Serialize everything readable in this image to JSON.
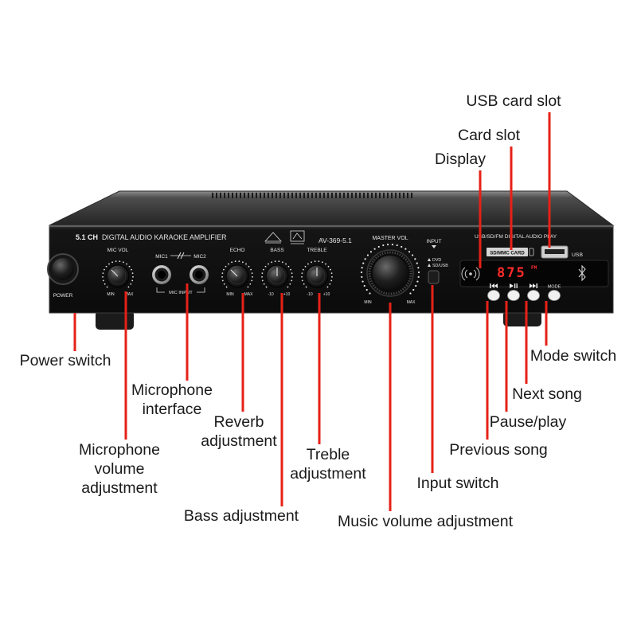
{
  "panel": {
    "brand_prefix": "5.1 CH",
    "title": "DIGITAL AUDIO KARAOKE AMPLIFIER",
    "model": "AV-369-5.1",
    "power": "POWER",
    "mic_vol": "MIC VOL",
    "mic1": "MIC1",
    "mic2": "MIC2",
    "mic_input": "MIC INPUT",
    "echo": "ECHO",
    "bass": "BASS",
    "treble": "TREBLE",
    "master_vol": "MASTER VOL",
    "min": "MIN",
    "max": "MAX",
    "minus10": "-10",
    "plus10": "+10",
    "input": "INPUT",
    "input_dvd": "DVD",
    "input_sd_usb": "SD/USB"
  },
  "player": {
    "title": "USB/SD/FM DIGITAL AUDIO PLAY",
    "card_slot": "SD/MMC CARD",
    "usb": "USB",
    "display_value": "875",
    "display_band": "FM",
    "mode": "MODE"
  },
  "icons": {
    "display_left": "wireless-icon",
    "display_right": "bluetooth-icon",
    "button_1": "previous-icon",
    "button_2": "play-pause-icon",
    "button_3": "next-icon"
  },
  "colors": {
    "leader_line": "#e62117",
    "display_digits": "#ff2b2b",
    "label_text": "#1a1a1a",
    "panel": "#111111"
  },
  "annotations": [
    {
      "id": "usb-card-slot",
      "lines": [
        "USB card slot"
      ]
    },
    {
      "id": "card-slot",
      "lines": [
        "Card slot"
      ]
    },
    {
      "id": "display",
      "lines": [
        "Display"
      ]
    },
    {
      "id": "power-switch",
      "lines": [
        "Power switch"
      ]
    },
    {
      "id": "microphone-interface",
      "lines": [
        "Microphone",
        "interface"
      ]
    },
    {
      "id": "microphone-volume",
      "lines": [
        "Microphone",
        "volume",
        "adjustment"
      ]
    },
    {
      "id": "reverb",
      "lines": [
        "Reverb",
        "adjustment"
      ]
    },
    {
      "id": "bass",
      "lines": [
        "Bass adjustment"
      ]
    },
    {
      "id": "treble",
      "lines": [
        "Treble",
        "adjustment"
      ]
    },
    {
      "id": "music-volume",
      "lines": [
        "Music volume adjustment"
      ]
    },
    {
      "id": "input-switch",
      "lines": [
        "Input switch"
      ]
    },
    {
      "id": "previous-song",
      "lines": [
        "Previous song"
      ]
    },
    {
      "id": "pause-play",
      "lines": [
        "Pause/play"
      ]
    },
    {
      "id": "next-song",
      "lines": [
        "Next song"
      ]
    },
    {
      "id": "mode-switch",
      "lines": [
        "Mode switch"
      ]
    }
  ]
}
